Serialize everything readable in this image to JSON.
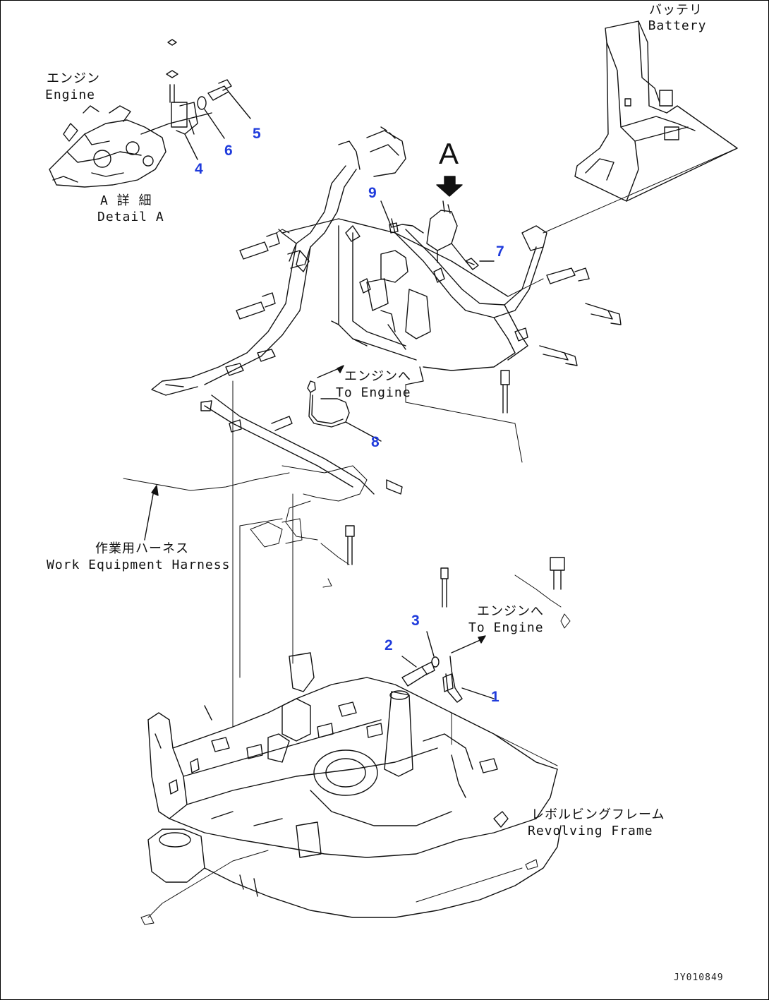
{
  "labels": {
    "battery_jp": "バッテリ",
    "battery_en": "Battery",
    "engine_jp": "エンジン",
    "engine_en": "Engine",
    "detail_a_jp": "A 詳 細",
    "detail_a_en": "Detail A",
    "view_a": "A",
    "to_engine_upper_jp": "エンジンへ",
    "to_engine_upper_en": "To Engine",
    "to_engine_lower_jp": "エンジンへ",
    "to_engine_lower_en": "To Engine",
    "harness_jp": "作業用ハーネス",
    "harness_en": "Work Equipment Harness",
    "frame_jp": "レボルビングフレーム",
    "frame_en": "Revolving Frame",
    "drawing_code": "JY010849"
  },
  "callouts": {
    "c1": "1",
    "c2": "2",
    "c3": "3",
    "c4": "4",
    "c5": "5",
    "c6": "6",
    "c7": "7",
    "c8": "8",
    "c9": "9"
  },
  "colors": {
    "callout": "#1f3bdc",
    "line": "#111111"
  }
}
